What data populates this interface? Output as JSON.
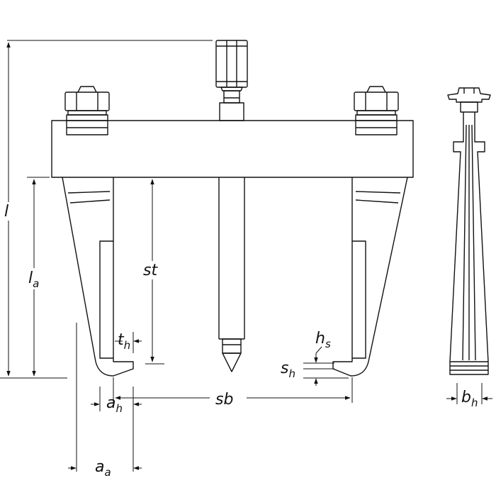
{
  "colors": {
    "line": "#111111",
    "background": "#ffffff"
  },
  "labels": {
    "l": {
      "main": "l",
      "sub": ""
    },
    "la": {
      "main": "l",
      "sub": "a"
    },
    "st": {
      "main": "st",
      "sub": ""
    },
    "th": {
      "main": "t",
      "sub": "h"
    },
    "hs": {
      "main": "h",
      "sub": "s"
    },
    "sh": {
      "main": "s",
      "sub": "h"
    },
    "sb": {
      "main": "sb",
      "sub": ""
    },
    "ah": {
      "main": "a",
      "sub": "h"
    },
    "aa": {
      "main": "a",
      "sub": "a"
    },
    "bh": {
      "main": "b",
      "sub": "h"
    }
  }
}
